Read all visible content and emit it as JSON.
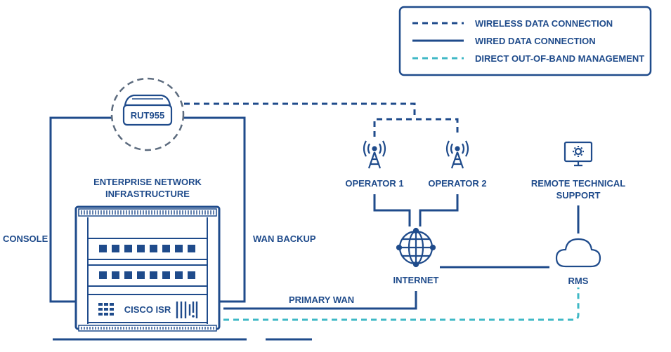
{
  "legend": {
    "wireless": "WIRELESS DATA CONNECTION",
    "wired": "WIRED DATA CONNECTION",
    "oob": "DIRECT OUT-OF-BAND MANAGEMENT"
  },
  "nodes": {
    "router": "RUT955",
    "enterprise_line1": "ENTERPRISE NETWORK",
    "enterprise_line2": "INFRASTRUCTURE",
    "cisco": "CISCO ISR",
    "operator1": "OPERATOR 1",
    "operator2": "OPERATOR 2",
    "internet": "INTERNET",
    "rms": "RMS",
    "remote_line1": "REMOTE TECHNICAL",
    "remote_line2": "SUPPORT"
  },
  "links": {
    "console": "CONSOLE",
    "wan_backup": "WAN BACKUP",
    "primary_wan": "PRIMARY WAN"
  },
  "colors": {
    "primary": "#1f4b8b",
    "oob": "#3fb8c6",
    "legend_border": "#1f4b8b"
  },
  "icons": [
    "router-icon",
    "rack-icon",
    "antenna-icon",
    "globe-icon",
    "cloud-icon",
    "monitor-gear-icon"
  ]
}
